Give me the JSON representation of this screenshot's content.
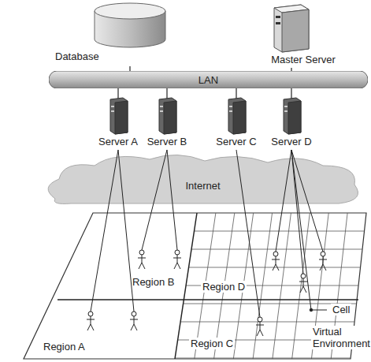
{
  "diagram": {
    "nodes": [
      {
        "text": [
          "Database"
        ]
      },
      {
        "text": [
          "Master Server"
        ]
      },
      {
        "text": [
          "LAN"
        ]
      },
      {
        "text": [
          "Server A"
        ]
      },
      {
        "text": [
          "Server B"
        ]
      },
      {
        "text": [
          "Server C"
        ]
      },
      {
        "text": [
          "Server D"
        ]
      },
      {
        "text": [
          "Internet"
        ]
      }
    ],
    "edges": [
      {
        "from": 0,
        "to": 2,
        "arrow": "none"
      },
      {
        "from": 1,
        "to": 2,
        "arrow": "none"
      },
      {
        "from": 3,
        "to": 2,
        "arrow": "none"
      },
      {
        "from": 4,
        "to": 2,
        "arrow": "none"
      },
      {
        "from": 5,
        "to": 2,
        "arrow": "none"
      },
      {
        "from": 6,
        "to": 2,
        "arrow": "none"
      }
    ],
    "labels": [
      "Region B",
      "Region D",
      "Cell",
      "Region A",
      "Region C",
      "Virtual Environment"
    ]
  }
}
